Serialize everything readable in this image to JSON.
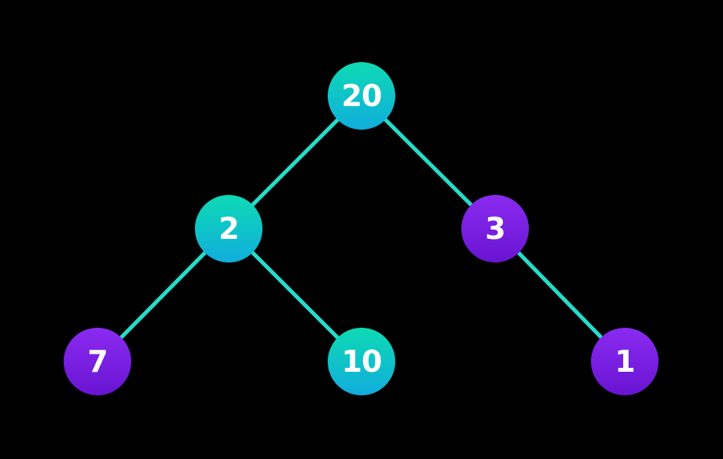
{
  "tree": {
    "type": "binary-tree",
    "background_color": "#000000",
    "edge_color": "#25DCCB",
    "text_color": "#FFFFFF",
    "node_colors": {
      "cyan_top": "#0EDAB4",
      "cyan_bottom": "#10ADDC",
      "purple_top": "#8A2BF0",
      "purple_bottom": "#6914D2"
    },
    "nodes": [
      {
        "value": "20",
        "color": "cyan",
        "role": "root"
      },
      {
        "value": "2",
        "color": "cyan",
        "role": "left-child-of-20"
      },
      {
        "value": "3",
        "color": "purple",
        "role": "right-child-of-20"
      },
      {
        "value": "7",
        "color": "purple",
        "role": "left-child-of-2"
      },
      {
        "value": "10",
        "color": "cyan",
        "role": "right-child-of-2"
      },
      {
        "value": "1",
        "color": "purple",
        "role": "right-child-of-3"
      }
    ],
    "edges": [
      {
        "from": "20",
        "to": "2"
      },
      {
        "from": "20",
        "to": "3"
      },
      {
        "from": "2",
        "to": "7"
      },
      {
        "from": "2",
        "to": "10"
      },
      {
        "from": "3",
        "to": "1"
      }
    ]
  }
}
